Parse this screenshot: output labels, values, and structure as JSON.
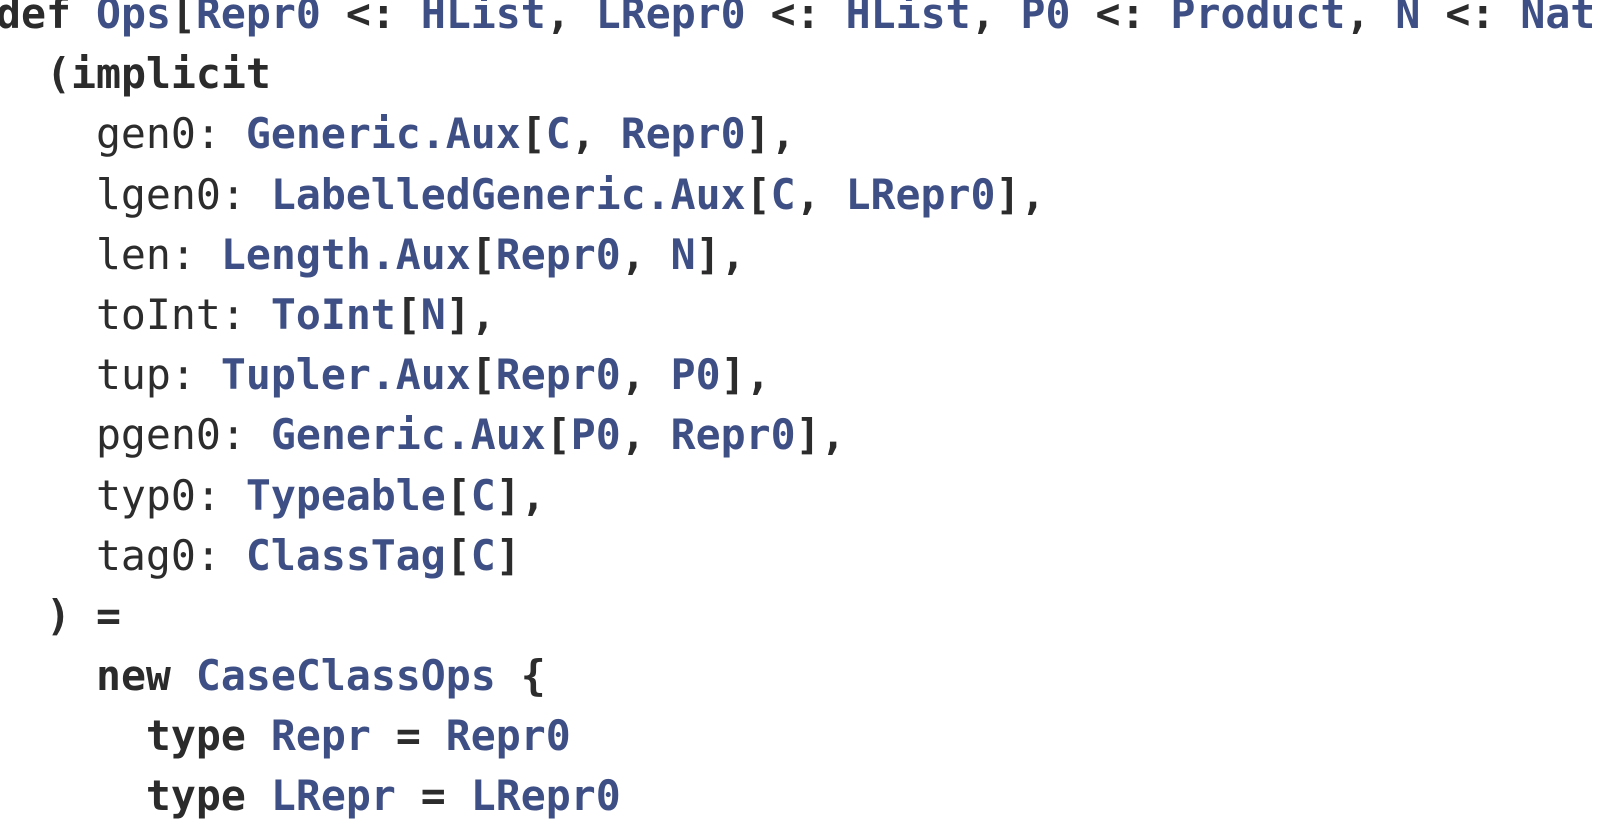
{
  "code": {
    "language": "scala",
    "colors": {
      "keyword": "#2b2b2b",
      "type": "#3e4f86",
      "text": "#2c2c2c",
      "background": "#ffffff"
    },
    "lines": [
      [
        {
          "t": "def",
          "k": "kw"
        },
        {
          "t": " ",
          "k": "plain"
        },
        {
          "t": "Ops",
          "k": "type"
        },
        {
          "t": "[",
          "k": "punct"
        },
        {
          "t": "Repr0",
          "k": "type"
        },
        {
          "t": " <: ",
          "k": "punct"
        },
        {
          "t": "HList",
          "k": "type"
        },
        {
          "t": ", ",
          "k": "punct"
        },
        {
          "t": "LRepr0",
          "k": "type"
        },
        {
          "t": " <: ",
          "k": "punct"
        },
        {
          "t": "HList",
          "k": "type"
        },
        {
          "t": ", ",
          "k": "punct"
        },
        {
          "t": "P0",
          "k": "type"
        },
        {
          "t": " <: ",
          "k": "punct"
        },
        {
          "t": "Product",
          "k": "type"
        },
        {
          "t": ", ",
          "k": "punct"
        },
        {
          "t": "N",
          "k": "type"
        },
        {
          "t": " <: ",
          "k": "punct"
        },
        {
          "t": "Nat",
          "k": "type"
        }
      ],
      [
        {
          "t": "  ",
          "k": "plain"
        },
        {
          "t": "(",
          "k": "punct"
        },
        {
          "t": "implicit",
          "k": "kw"
        }
      ],
      [
        {
          "t": "    gen0",
          "k": "plain"
        },
        {
          "t": ": ",
          "k": "plain"
        },
        {
          "t": "Generic.Aux",
          "k": "type"
        },
        {
          "t": "[",
          "k": "punct"
        },
        {
          "t": "C",
          "k": "type"
        },
        {
          "t": ", ",
          "k": "punct"
        },
        {
          "t": "Repr0",
          "k": "type"
        },
        {
          "t": "],",
          "k": "punct"
        }
      ],
      [
        {
          "t": "    lgen0",
          "k": "plain"
        },
        {
          "t": ": ",
          "k": "plain"
        },
        {
          "t": "LabelledGeneric.Aux",
          "k": "type"
        },
        {
          "t": "[",
          "k": "punct"
        },
        {
          "t": "C",
          "k": "type"
        },
        {
          "t": ", ",
          "k": "punct"
        },
        {
          "t": "LRepr0",
          "k": "type"
        },
        {
          "t": "],",
          "k": "punct"
        }
      ],
      [
        {
          "t": "    len",
          "k": "plain"
        },
        {
          "t": ": ",
          "k": "plain"
        },
        {
          "t": "Length.Aux",
          "k": "type"
        },
        {
          "t": "[",
          "k": "punct"
        },
        {
          "t": "Repr0",
          "k": "type"
        },
        {
          "t": ", ",
          "k": "punct"
        },
        {
          "t": "N",
          "k": "type"
        },
        {
          "t": "],",
          "k": "punct"
        }
      ],
      [
        {
          "t": "    toInt",
          "k": "plain"
        },
        {
          "t": ": ",
          "k": "plain"
        },
        {
          "t": "ToInt",
          "k": "type"
        },
        {
          "t": "[",
          "k": "punct"
        },
        {
          "t": "N",
          "k": "type"
        },
        {
          "t": "],",
          "k": "punct"
        }
      ],
      [
        {
          "t": "    tup",
          "k": "plain"
        },
        {
          "t": ": ",
          "k": "plain"
        },
        {
          "t": "Tupler.Aux",
          "k": "type"
        },
        {
          "t": "[",
          "k": "punct"
        },
        {
          "t": "Repr0",
          "k": "type"
        },
        {
          "t": ", ",
          "k": "punct"
        },
        {
          "t": "P0",
          "k": "type"
        },
        {
          "t": "],",
          "k": "punct"
        }
      ],
      [
        {
          "t": "    pgen0",
          "k": "plain"
        },
        {
          "t": ": ",
          "k": "plain"
        },
        {
          "t": "Generic.Aux",
          "k": "type"
        },
        {
          "t": "[",
          "k": "punct"
        },
        {
          "t": "P0",
          "k": "type"
        },
        {
          "t": ", ",
          "k": "punct"
        },
        {
          "t": "Repr0",
          "k": "type"
        },
        {
          "t": "],",
          "k": "punct"
        }
      ],
      [
        {
          "t": "    typ0",
          "k": "plain"
        },
        {
          "t": ": ",
          "k": "plain"
        },
        {
          "t": "Typeable",
          "k": "type"
        },
        {
          "t": "[",
          "k": "punct"
        },
        {
          "t": "C",
          "k": "type"
        },
        {
          "t": "],",
          "k": "punct"
        }
      ],
      [
        {
          "t": "    tag0",
          "k": "plain"
        },
        {
          "t": ": ",
          "k": "plain"
        },
        {
          "t": "ClassTag",
          "k": "type"
        },
        {
          "t": "[",
          "k": "punct"
        },
        {
          "t": "C",
          "k": "type"
        },
        {
          "t": "]",
          "k": "punct"
        }
      ],
      [
        {
          "t": "  ",
          "k": "plain"
        },
        {
          "t": ") =",
          "k": "punct"
        }
      ],
      [
        {
          "t": "    ",
          "k": "plain"
        },
        {
          "t": "new",
          "k": "kw"
        },
        {
          "t": " ",
          "k": "plain"
        },
        {
          "t": "CaseClassOps",
          "k": "type"
        },
        {
          "t": " {",
          "k": "punct"
        }
      ],
      [
        {
          "t": "      ",
          "k": "plain"
        },
        {
          "t": "type",
          "k": "kw"
        },
        {
          "t": " ",
          "k": "plain"
        },
        {
          "t": "Repr",
          "k": "type"
        },
        {
          "t": " = ",
          "k": "punct"
        },
        {
          "t": "Repr0",
          "k": "type"
        }
      ],
      [
        {
          "t": "      ",
          "k": "plain"
        },
        {
          "t": "type",
          "k": "kw"
        },
        {
          "t": " ",
          "k": "plain"
        },
        {
          "t": "LRepr",
          "k": "type"
        },
        {
          "t": " = ",
          "k": "punct"
        },
        {
          "t": "LRepr0",
          "k": "type"
        }
      ]
    ]
  }
}
